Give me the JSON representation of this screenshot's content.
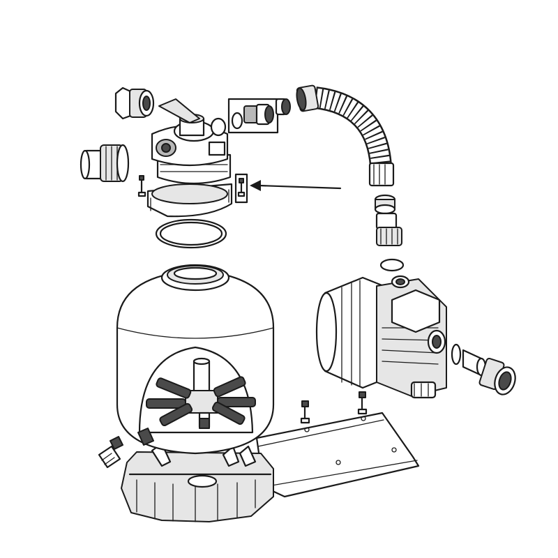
{
  "diagram": {
    "colors": {
      "background": "#ffffff",
      "line": "#1a1a1a",
      "shade_light": "#e6e6e6",
      "shade_mid": "#b8b8b8",
      "shade_dark": "#4a4a4a"
    },
    "parts": [
      "multiport-valve",
      "valve-union-fitting",
      "valve-clamp",
      "valve-o-ring",
      "pressure-gauge-fitting",
      "boxed-union-connector",
      "corrugated-hose",
      "hose-union-adapter",
      "filter-tank",
      "lateral-assembly",
      "drain-plug",
      "filter-base",
      "pump-mounting-plate",
      "pump",
      "pump-union-fitting",
      "mounting-bolt"
    ],
    "callout_arrow_target": "pressure-gauge-fitting"
  }
}
